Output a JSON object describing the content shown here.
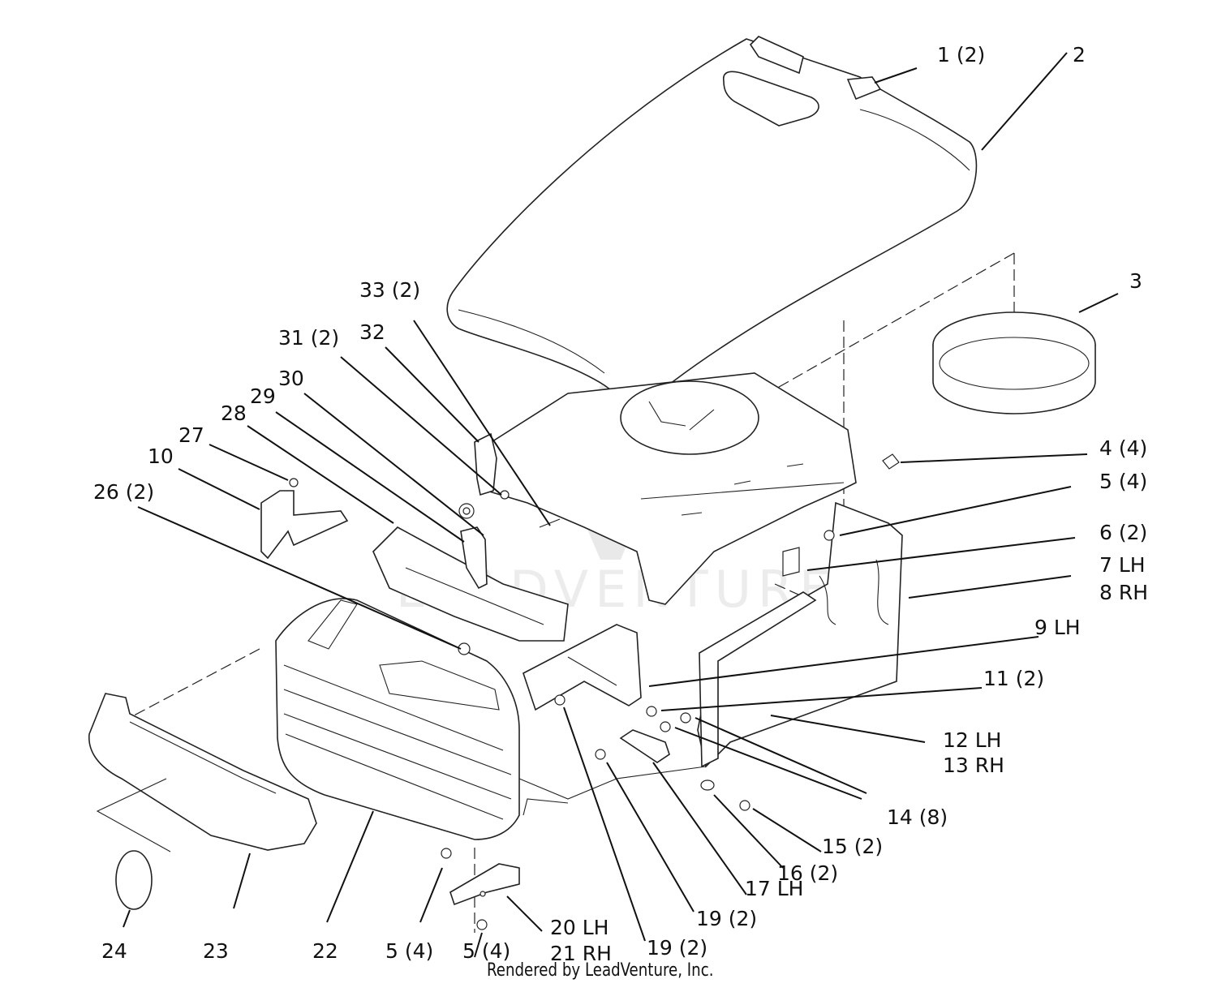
{
  "watermark": "LEADVENTURE",
  "credit": "Rendered by LeadVenture, Inc.",
  "callouts": [
    {
      "id": "c1",
      "label": "1 (2)"
    },
    {
      "id": "c2",
      "label": "2"
    },
    {
      "id": "c3",
      "label": "3"
    },
    {
      "id": "c4",
      "label": "4 (4)"
    },
    {
      "id": "c5a",
      "label": "5 (4)"
    },
    {
      "id": "c6",
      "label": "6 (2)"
    },
    {
      "id": "c7",
      "label": "7 LH"
    },
    {
      "id": "c8",
      "label": "8 RH"
    },
    {
      "id": "c9",
      "label": "9 LH"
    },
    {
      "id": "c11",
      "label": "11 (2)"
    },
    {
      "id": "c12",
      "label": "12 LH"
    },
    {
      "id": "c13",
      "label": "13 RH"
    },
    {
      "id": "c14",
      "label": "14 (8)"
    },
    {
      "id": "c15",
      "label": "15 (2)"
    },
    {
      "id": "c16",
      "label": "16 (2)"
    },
    {
      "id": "c17",
      "label": "17 LH"
    },
    {
      "id": "c19a",
      "label": "19 (2)"
    },
    {
      "id": "c19b",
      "label": "19 (2)"
    },
    {
      "id": "c20",
      "label": "20 LH"
    },
    {
      "id": "c21",
      "label": "21 RH"
    },
    {
      "id": "c5b",
      "label": "5 (4)"
    },
    {
      "id": "c5c",
      "label": "5 (4)"
    },
    {
      "id": "c22",
      "label": "22"
    },
    {
      "id": "c23",
      "label": "23"
    },
    {
      "id": "c24",
      "label": "24"
    },
    {
      "id": "c26",
      "label": "26 (2)"
    },
    {
      "id": "c10",
      "label": "10"
    },
    {
      "id": "c27",
      "label": "27"
    },
    {
      "id": "c28",
      "label": "28"
    },
    {
      "id": "c29",
      "label": "29"
    },
    {
      "id": "c30",
      "label": "30"
    },
    {
      "id": "c31",
      "label": "31 (2)"
    },
    {
      "id": "c32",
      "label": "32"
    },
    {
      "id": "c33",
      "label": "33 (2)"
    }
  ]
}
